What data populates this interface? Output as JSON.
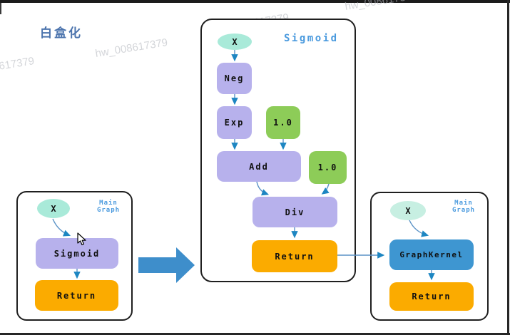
{
  "slide": {
    "title": "白盒化",
    "watermark": "hw_008617379"
  },
  "main_graph_before": {
    "label_line1": "Main",
    "label_line2": "Graph",
    "input": "X",
    "op": "Sigmoid",
    "ret": "Return"
  },
  "sigmoid_subgraph": {
    "title": "Sigmoid",
    "input": "X",
    "neg": "Neg",
    "exp": "Exp",
    "const_a": "1.0",
    "add": "Add",
    "const_b": "1.0",
    "div": "Div",
    "ret": "Return"
  },
  "main_graph_after": {
    "label_line1": "Main",
    "label_line2": "Graph",
    "input": "X",
    "kernel": "GraphKernel",
    "ret": "Return"
  },
  "colors": {
    "input_node": "#a9ead9",
    "op_node": "#b7b1ec",
    "const_node": "#8dcc58",
    "return_node": "#fbab00",
    "kernel_node": "#3e96d1",
    "edge": "#1d86c2",
    "transform_arrow": "#3e8ecb",
    "graph_label_blue": "#4a9ade",
    "heading_blue": "#4c74ad",
    "watermark_gray": "#b7bac0"
  }
}
